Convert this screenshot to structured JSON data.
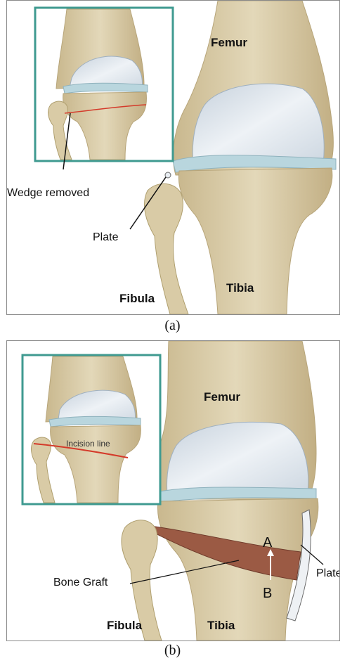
{
  "panel_a": {
    "caption": "(a)",
    "labels": {
      "femur": "Femur",
      "tibia": "Tibia",
      "fibula": "Fibula",
      "plate": "Plate",
      "wedge": "Wedge removed"
    }
  },
  "panel_b": {
    "caption": "(b)",
    "labels": {
      "femur": "Femur",
      "tibia": "Tibia",
      "fibula": "Fibula",
      "plate": "Plate",
      "bone_graft": "Bone Graft",
      "incision": "Incision line",
      "a": "A",
      "b": "B"
    }
  },
  "colors": {
    "bone": "#dccfae",
    "bone_shadow": "#bcaa80",
    "cartilage": "#dfe7ee",
    "meniscus": "#b9d6de",
    "inset_border": "#3f9a90",
    "cut_line": "#d43a2a",
    "graft": "#9b5a44"
  }
}
